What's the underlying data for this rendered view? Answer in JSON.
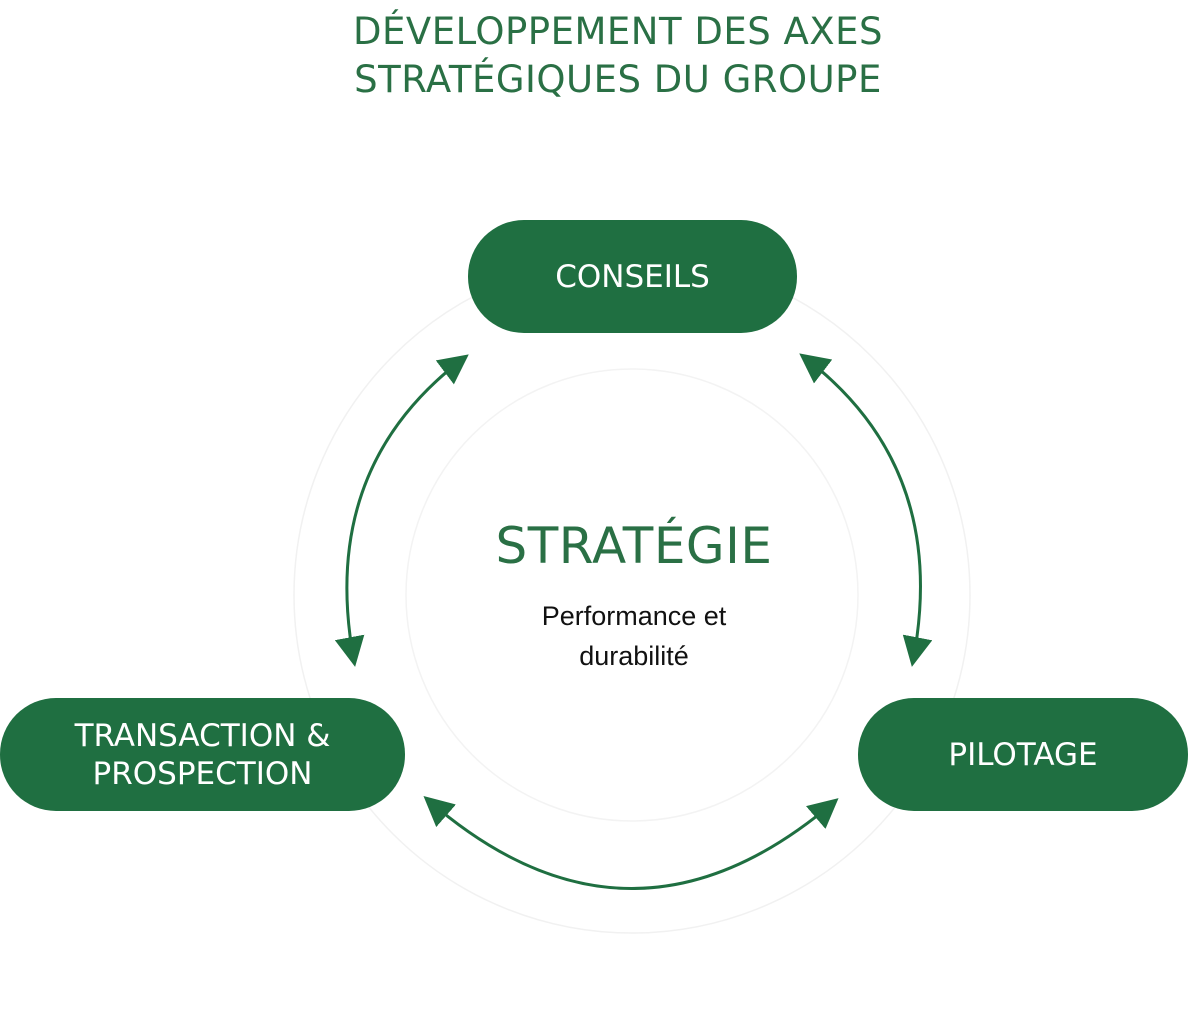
{
  "title": {
    "line1": "DÉVELOPPEMENT DES AXES",
    "line2": "STRATÉGIQUES DU GROUPE"
  },
  "nodes": {
    "conseils": "CONSEILS",
    "transaction_line1": "TRANSACTION &",
    "transaction_line2": "PROSPECTION",
    "pilotage": "PILOTAGE"
  },
  "center": {
    "title": "STRATÉGIE",
    "subtitle_line1": "Performance et",
    "subtitle_line2": "durabilité"
  },
  "colors": {
    "accent": "#1f6f41",
    "title_text": "#2a7045",
    "body_text": "#111111",
    "background": "#ffffff"
  }
}
